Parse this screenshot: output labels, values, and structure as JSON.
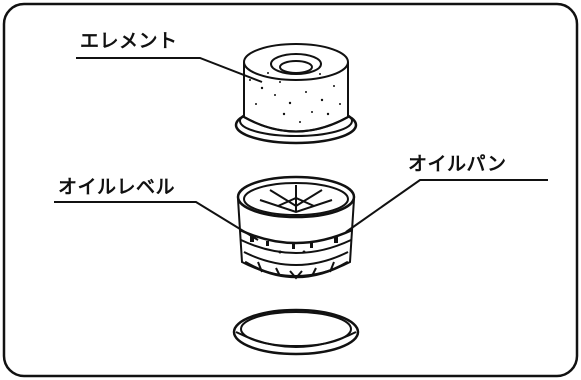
{
  "labels": {
    "element": "エレメント",
    "oil_level": "オイルレベル",
    "oil_pan": "オイルパン"
  },
  "colors": {
    "ink": "#111111",
    "paper": "#ffffff"
  }
}
